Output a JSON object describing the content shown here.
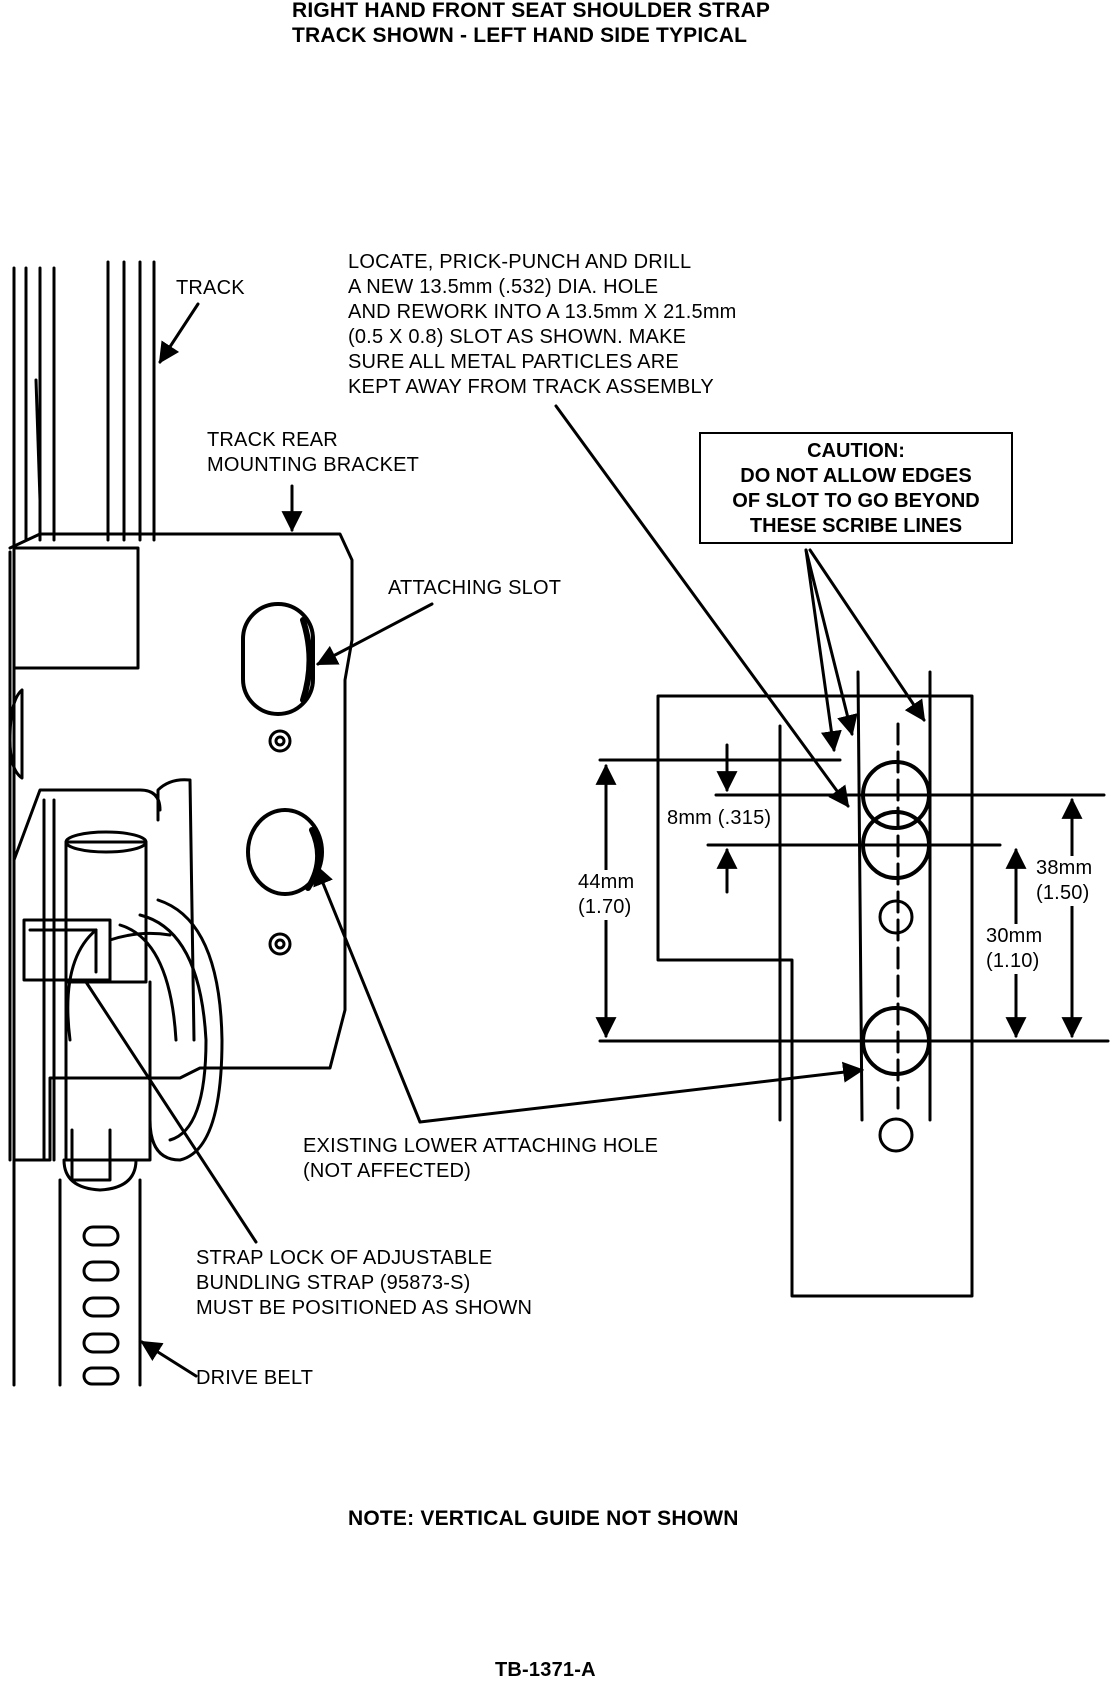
{
  "header": {
    "lines": [
      "RIGHT HAND FRONT SEAT SHOULDER STRAP",
      "TRACK SHOWN - LEFT HAND SIDE TYPICAL"
    ]
  },
  "labels": {
    "track": "TRACK",
    "track_rear_bracket": [
      "TRACK REAR",
      "MOUNTING BRACKET"
    ],
    "attaching_slot": "ATTACHING SLOT",
    "instruction": [
      "LOCATE, PRICK-PUNCH AND DRILL",
      "A NEW 13.5mm (.532) DIA. HOLE",
      "AND REWORK INTO A 13.5mm X 21.5mm",
      "(0.5 X 0.8) SLOT AS SHOWN. MAKE",
      "SURE ALL METAL PARTICLES ARE",
      "KEPT AWAY FROM TRACK ASSEMBLY"
    ],
    "caution": [
      "CAUTION:",
      "DO NOT ALLOW EDGES",
      "OF SLOT TO GO BEYOND",
      "THESE SCRIBE LINES"
    ],
    "existing_hole": [
      "EXISTING LOWER ATTACHING HOLE",
      "(NOT AFFECTED)"
    ],
    "strap_lock": [
      "STRAP LOCK OF ADJUSTABLE",
      "BUNDLING STRAP (95873-S)",
      "MUST BE POSITIONED AS SHOWN"
    ],
    "drive_belt": "DRIVE BELT"
  },
  "dimensions": {
    "d8": "8mm (.315)",
    "d44": [
      "44mm",
      "(1.70)"
    ],
    "d38": [
      "38mm",
      "(1.50)"
    ],
    "d30": [
      "30mm",
      "(1.10)"
    ]
  },
  "footer": {
    "note": "NOTE: VERTICAL GUIDE NOT SHOWN",
    "figure_id": "TB-1371-A"
  }
}
